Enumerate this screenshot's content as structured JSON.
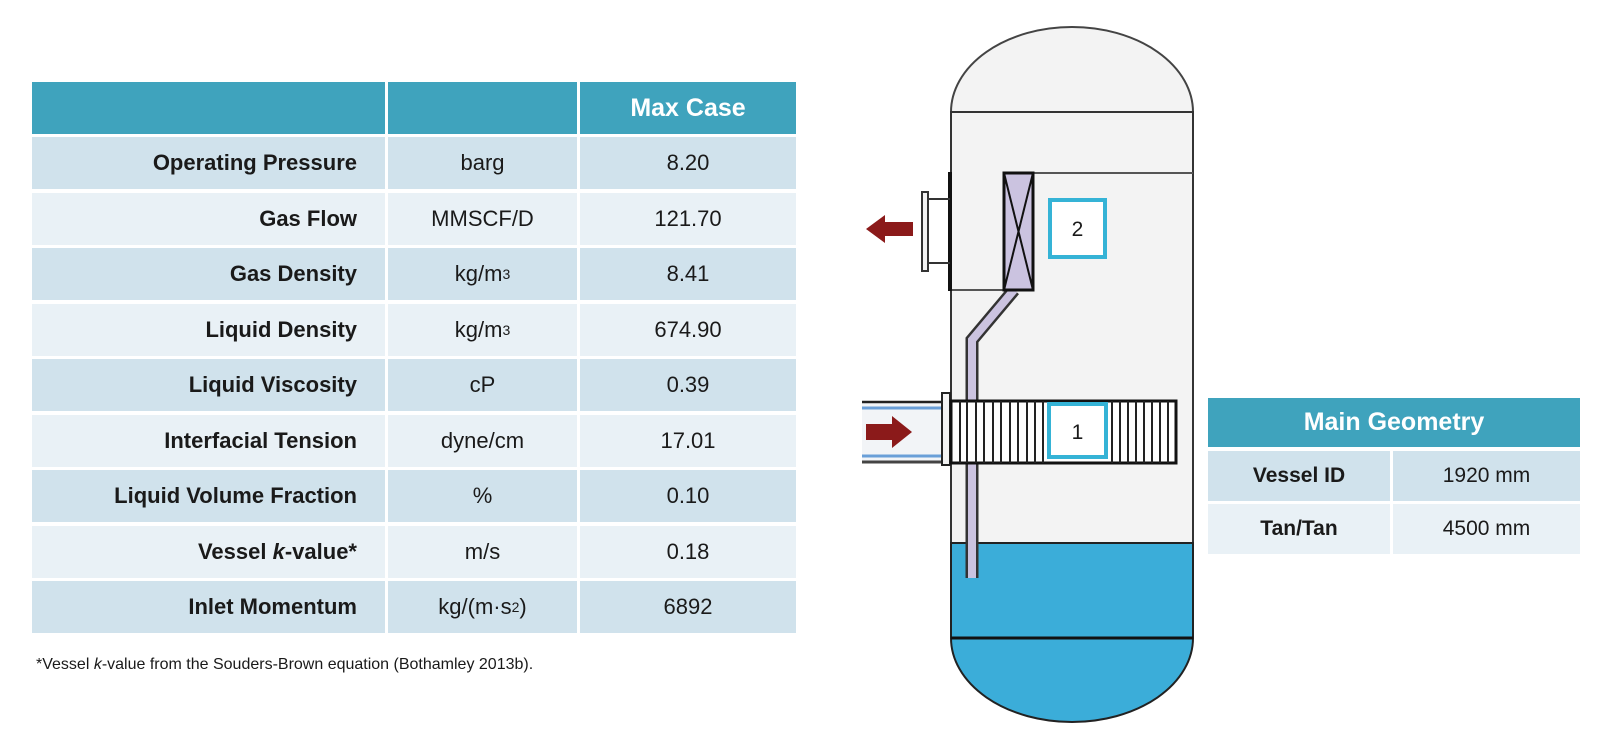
{
  "properties_table": {
    "headers": [
      "",
      "",
      "Max Case"
    ],
    "rows": [
      {
        "label": "Operating Pressure",
        "unit": "barg",
        "unit_sup": "",
        "unit_suffix": "",
        "value": "8.20"
      },
      {
        "label": "Gas Flow",
        "unit": "MMSCF/D",
        "unit_sup": "",
        "unit_suffix": "",
        "value": "121.70"
      },
      {
        "label": "Gas Density",
        "unit": "kg/m",
        "unit_sup": "3",
        "unit_suffix": "",
        "value": "8.41"
      },
      {
        "label": "Liquid Density",
        "unit": "kg/m",
        "unit_sup": "3",
        "unit_suffix": "",
        "value": "674.90"
      },
      {
        "label": "Liquid Viscosity",
        "unit": "cP",
        "unit_sup": "",
        "unit_suffix": "",
        "value": "0.39"
      },
      {
        "label": "Interfacial Tension",
        "unit": "dyne/cm",
        "unit_sup": "",
        "unit_suffix": "",
        "value": "17.01"
      },
      {
        "label": "Liquid Volume Fraction",
        "unit": "%",
        "unit_sup": "",
        "unit_suffix": "",
        "value": "0.10"
      },
      {
        "label_pre": "Vessel ",
        "label_italic": "k",
        "label_post": "-value*",
        "unit": "m/s",
        "unit_sup": "",
        "unit_suffix": "",
        "value": "0.18"
      },
      {
        "label": "Inlet Momentum",
        "unit": "kg/(m·s",
        "unit_sup": "2",
        "unit_suffix": ")",
        "value": "6892"
      }
    ]
  },
  "footnote": {
    "pre": "*Vessel ",
    "italic": "k",
    "post": "-value from the Souders-Brown equation (Bothamley 2013b)."
  },
  "geometry_table": {
    "title": "Main Geometry",
    "rows": [
      {
        "label": "Vessel ID",
        "value": "1920 mm"
      },
      {
        "label": "Tan/Tan",
        "value": "4500 mm"
      }
    ]
  },
  "diagram": {
    "callouts": [
      {
        "id": "1",
        "label": "1",
        "component": "inlet vane device"
      },
      {
        "id": "2",
        "label": "2",
        "component": "mist eliminator"
      }
    ],
    "arrows": {
      "inlet": "gas inlet",
      "outlet": "gas outlet"
    },
    "colors": {
      "header_teal": "#3fa3bd",
      "row_dark": "#d0e2ec",
      "row_light": "#e9f1f6",
      "liquid": "#3badd9",
      "vessel_fill": "#f3f3f3",
      "callout_border": "#35b3d6",
      "mist_pad": "#cbc3e0",
      "arrow": "#8b1a1a",
      "pipe_blue": "#6a9fd8"
    }
  }
}
